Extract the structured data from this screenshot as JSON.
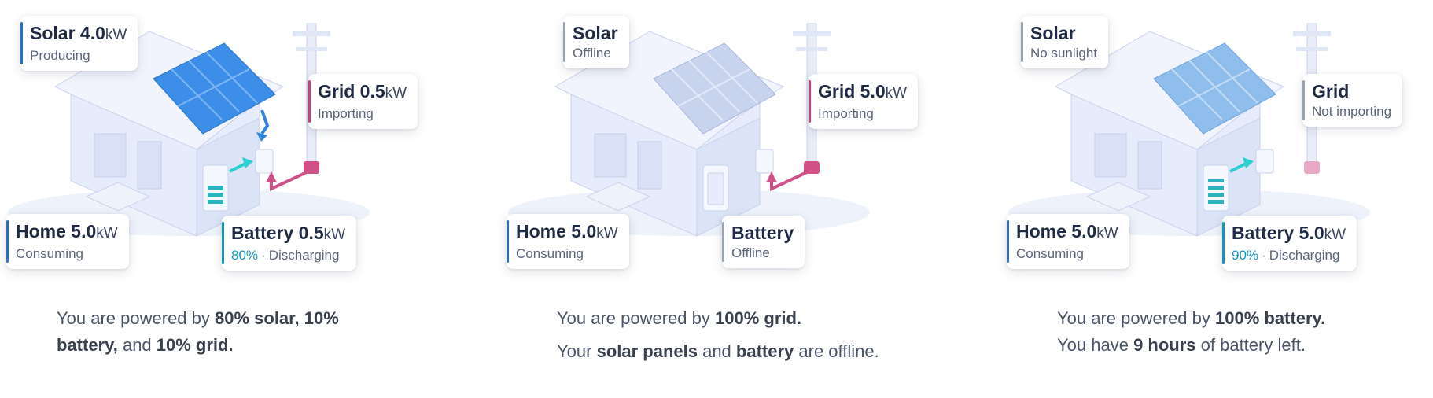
{
  "colors": {
    "solar_accent": "#2b6fc4",
    "grid_accent": "#c2417c",
    "home_accent": "#2b6fc4",
    "battery_accent": "#1596b8",
    "percent_text": "#1596b8",
    "house_body": "#e6ecfb",
    "solar_panel_active": "#3d8ee8",
    "solar_panel_offline": "#c8d3ee",
    "grid_pole_base": "#d05088"
  },
  "panels": [
    {
      "solar": {
        "title": "Solar",
        "value": "4.0",
        "unit": "kW",
        "status": "Producing"
      },
      "grid": {
        "title": "Grid",
        "value": "0.5",
        "unit": "kW",
        "status": "Importing"
      },
      "home": {
        "title": "Home",
        "value": "5.0",
        "unit": "kW",
        "status": "Consuming"
      },
      "battery": {
        "title": "Battery",
        "value": "0.5",
        "unit": "kW",
        "percent": "80%",
        "sep": "·",
        "status": "Discharging"
      },
      "caption": {
        "p1_a": "You are powered by ",
        "p1_b": "80% solar, 10% battery,",
        "p1_c": " and ",
        "p1_d": "10% grid."
      }
    },
    {
      "solar": {
        "title": "Solar",
        "status": "Offline"
      },
      "grid": {
        "title": "Grid",
        "value": "5.0",
        "unit": "kW",
        "status": "Importing"
      },
      "home": {
        "title": "Home",
        "value": "5.0",
        "unit": "kW",
        "status": "Consuming"
      },
      "battery": {
        "title": "Battery",
        "status": "Offline"
      },
      "caption": {
        "p1_a": "You are powered by ",
        "p1_b": "100% grid.",
        "p2_a": "Your ",
        "p2_b": "solar panels",
        "p2_c": " and ",
        "p2_d": "battery",
        "p2_e": " are offline."
      }
    },
    {
      "solar": {
        "title": "Solar",
        "status": "No sunlight"
      },
      "grid": {
        "title": "Grid",
        "status": "Not importing"
      },
      "home": {
        "title": "Home",
        "value": "5.0",
        "unit": "kW",
        "status": "Consuming"
      },
      "battery": {
        "title": "Battery",
        "value": "5.0",
        "unit": "kW",
        "percent": "90%",
        "sep": "·",
        "status": "Discharging"
      },
      "caption": {
        "p1_a": "You are powered by ",
        "p1_b": "100% battery.",
        "p2_a": "You have ",
        "p2_b": "9 hours",
        "p2_c": " of battery left."
      }
    }
  ]
}
